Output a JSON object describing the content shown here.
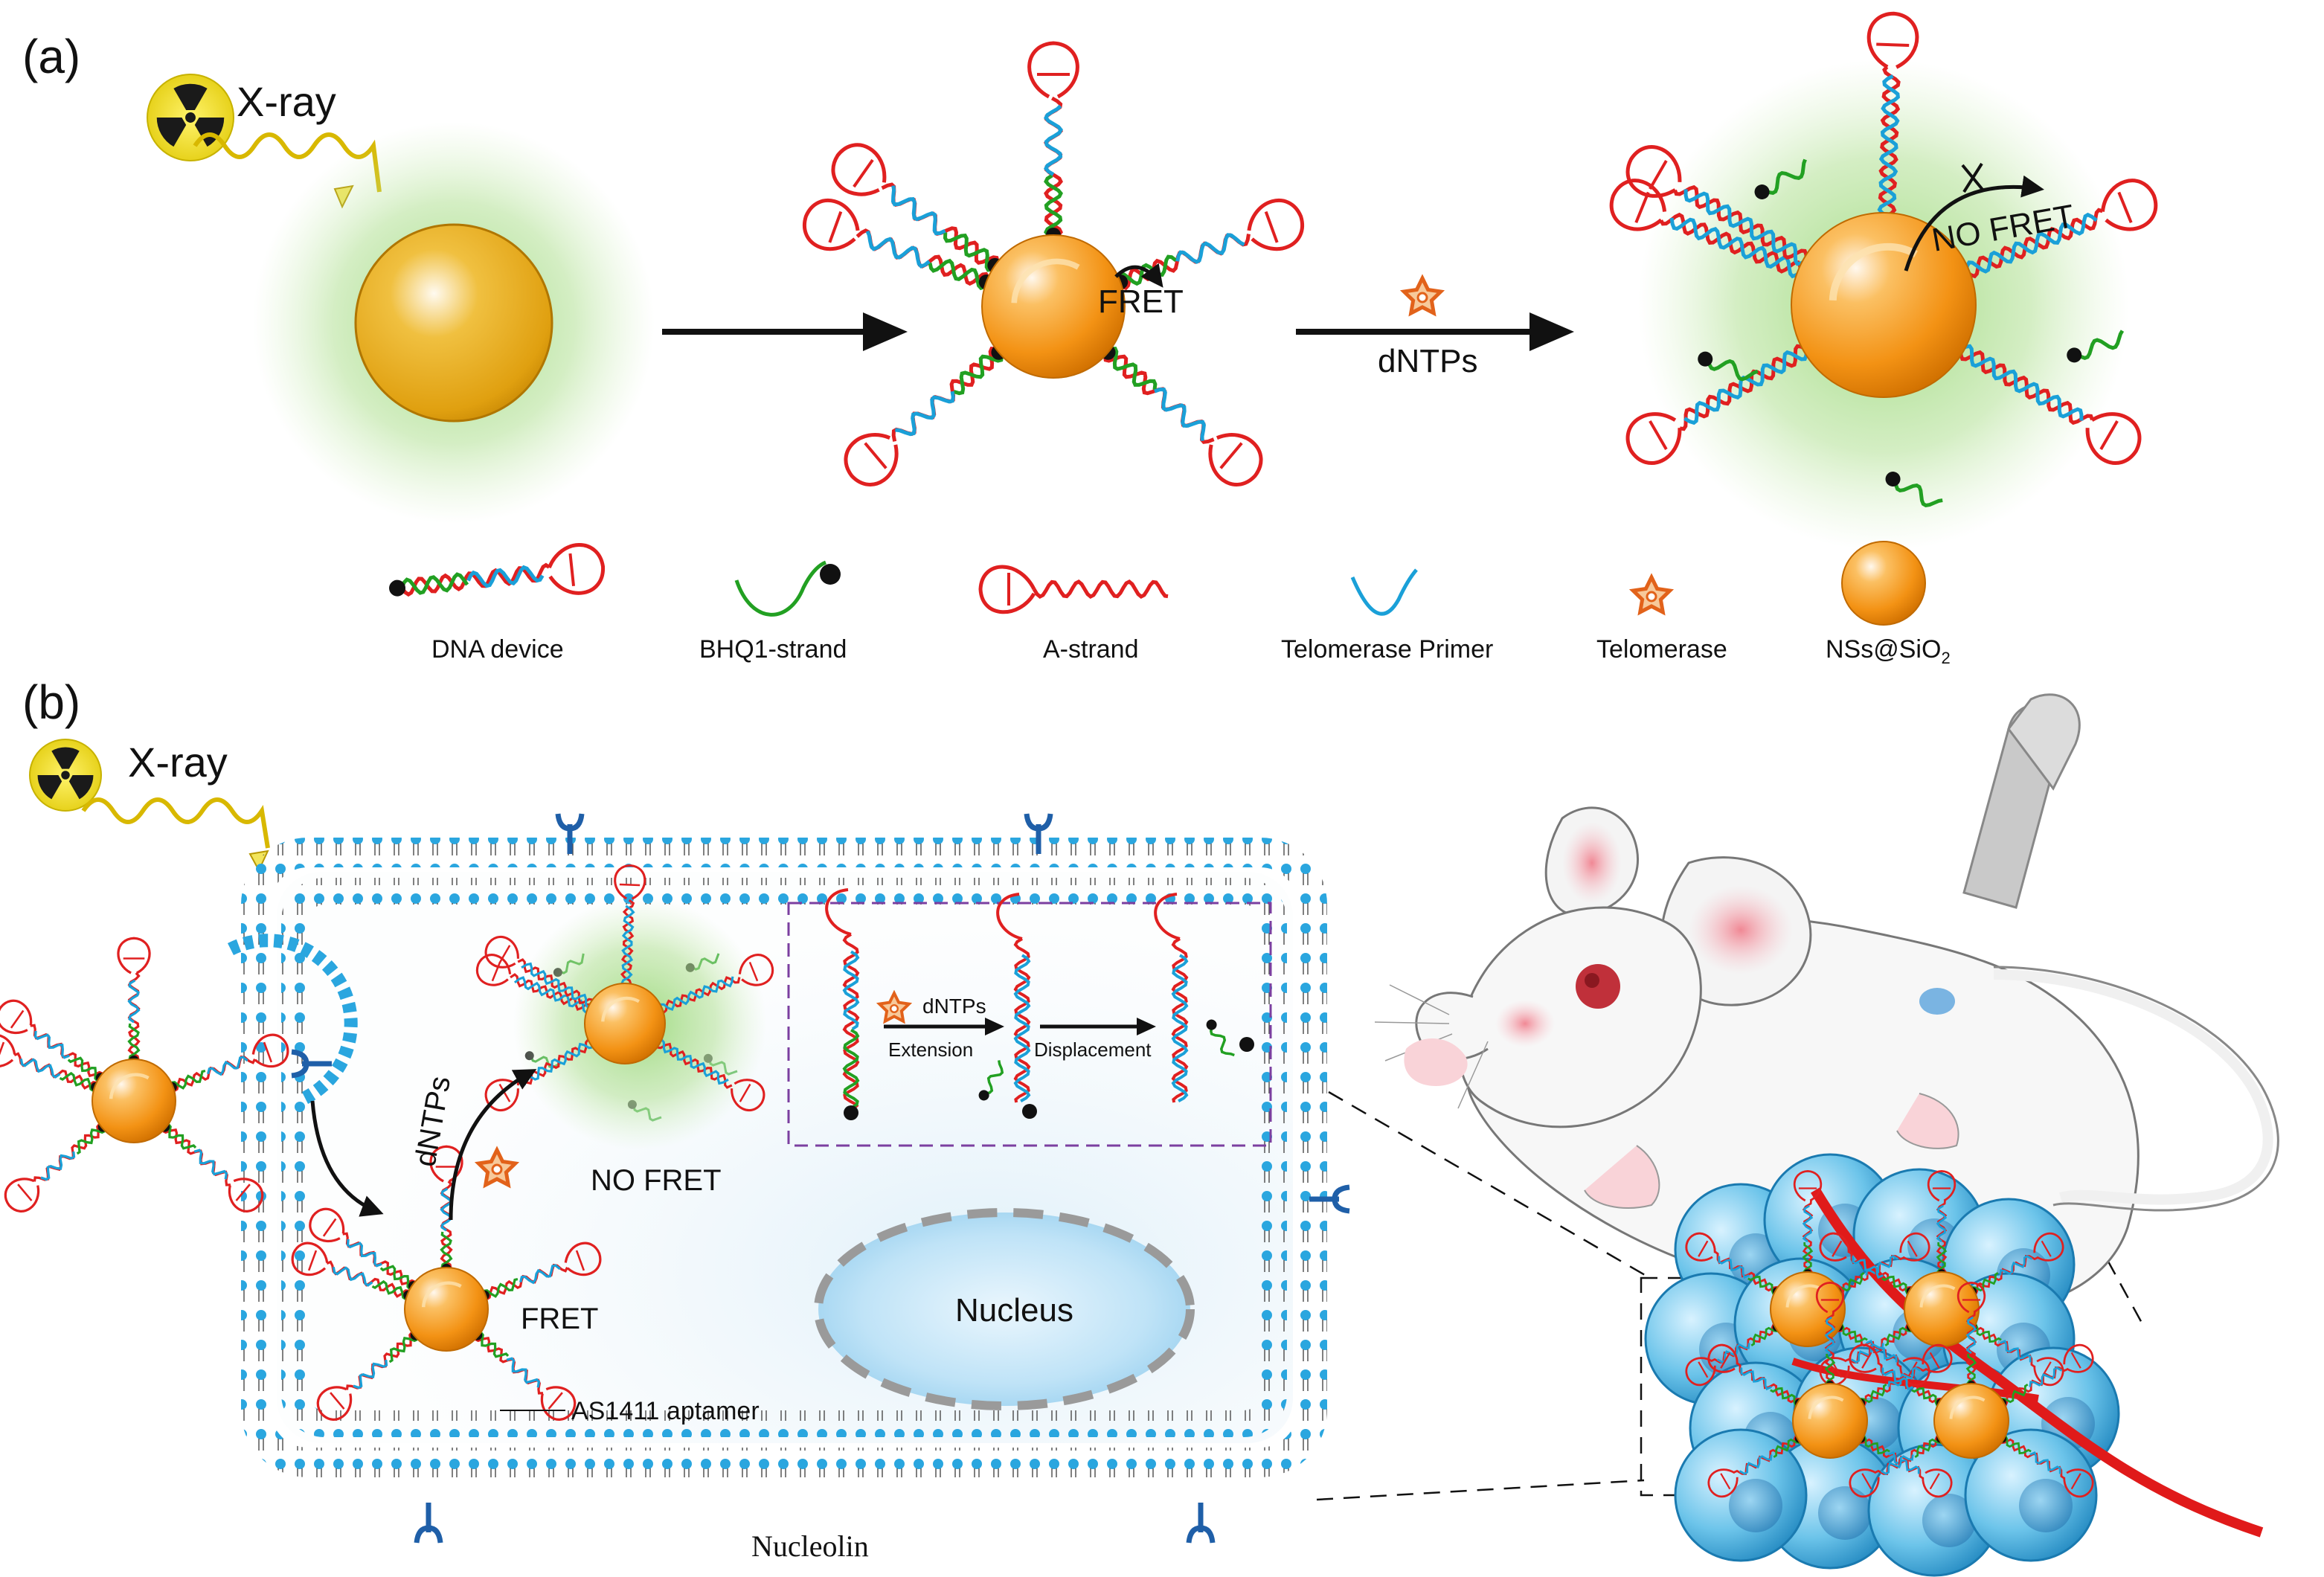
{
  "panel_a": {
    "label": "(a)",
    "xray": "X-ray",
    "fret": "FRET",
    "no_fret": "NO FRET",
    "dntps": "dNTPs"
  },
  "legend": {
    "dna_device": "DNA device",
    "bhq1_strand": "BHQ1-strand",
    "a_strand": "A-strand",
    "telomerase_primer": "Telomerase Primer",
    "telomerase": "Telomerase",
    "nanoparticle": "NSs@SiO",
    "nanoparticle_sub": "2"
  },
  "panel_b": {
    "label": "(b)",
    "xray": "X-ray",
    "dntps": "dNTPs",
    "no_fret": "NO FRET",
    "fret": "FRET",
    "nucleus": "Nucleus",
    "aptamer": "AS1411 aptamer",
    "nucleolin": "Nucleolin",
    "inset_dntps": "dNTPs",
    "extension": "Extension",
    "displacement": "Displacement"
  },
  "colors": {
    "strand_red": "#e02020",
    "strand_blue": "#1aa0d8",
    "strand_green": "#22a022",
    "particle": "#f39214",
    "membrane": "#2aa6df",
    "glow": "#8ed46a"
  }
}
